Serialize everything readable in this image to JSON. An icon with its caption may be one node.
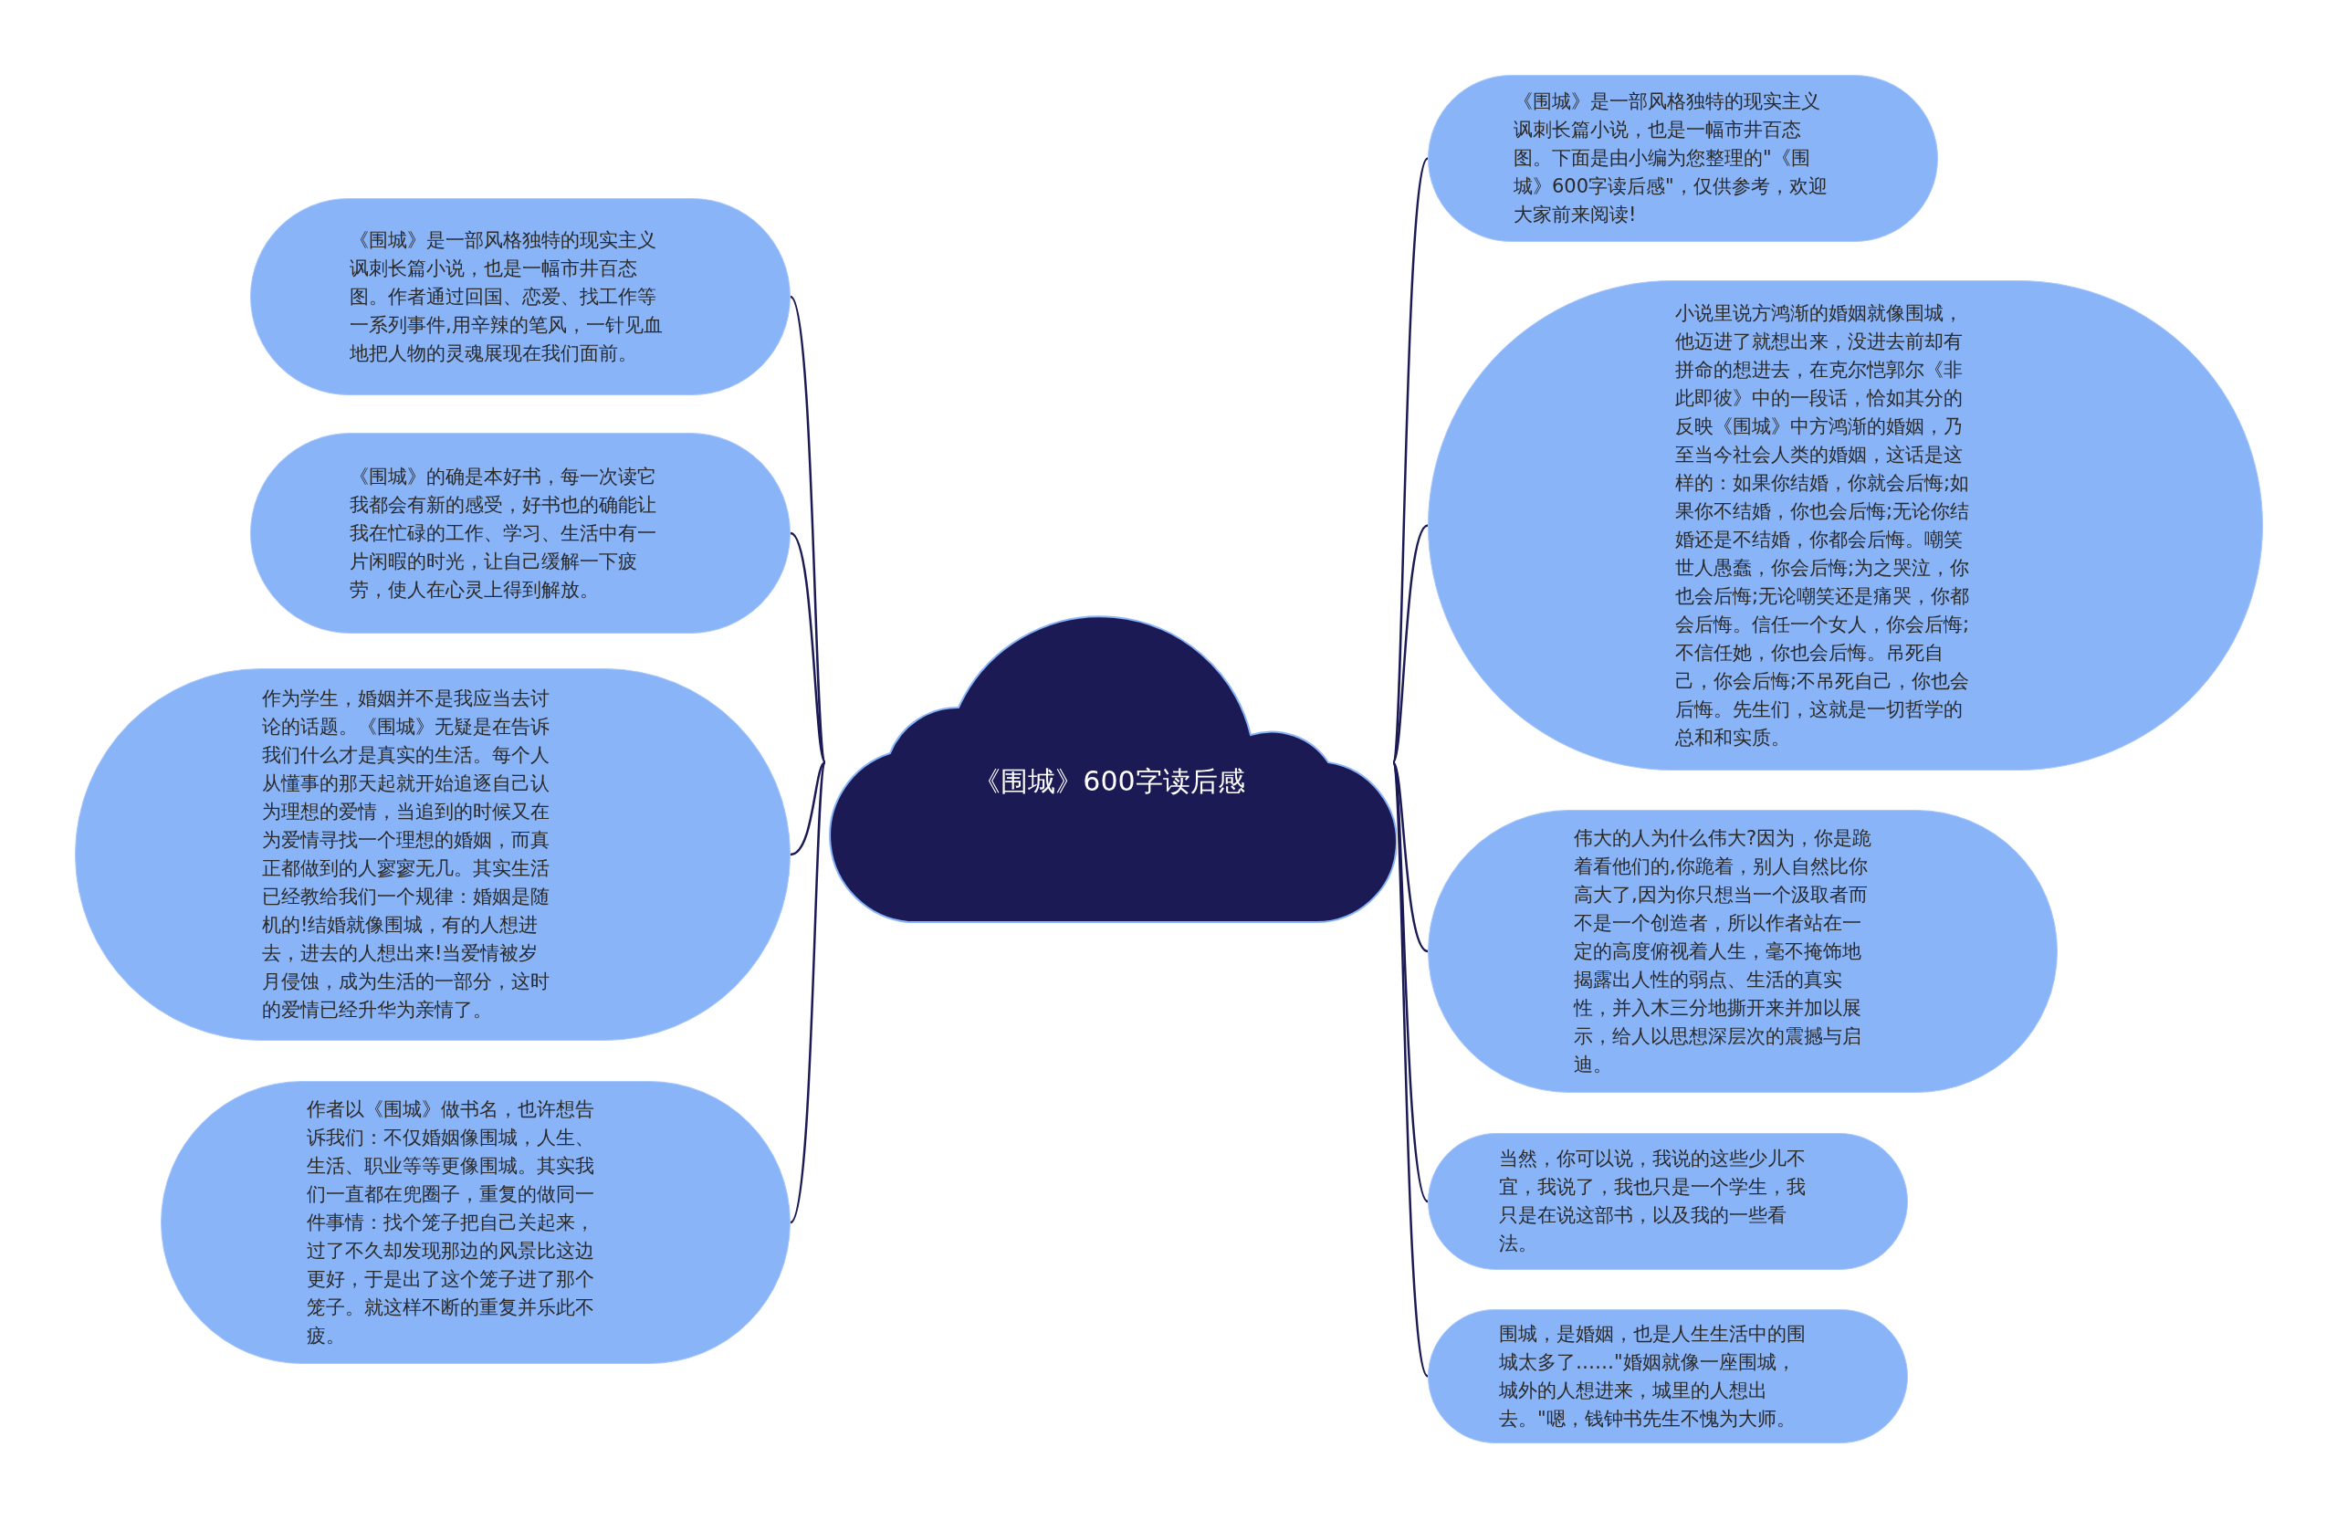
{
  "diagram": {
    "nodes": [
      {
        "text": [
          "《围城》600字读后感"
        ]
      },
      {
        "text": [
          "《围城》是一部风格独特的现实主义讽刺长篇小说，也是一幅市井百态图。作者通过回国、恋爱、找工作等一系列事件,用辛辣的笔风，一针见血地把人物的灵魂展现在我们面前。"
        ]
      },
      {
        "text": [
          "《围城》的确是本好书，每一次读它我都会有新的感受，好书也的确能让我在忙碌的工作、学习、生活中有一片闲暇的时光，让自己缓解一下疲劳，使人在心灵上得到解放。"
        ]
      },
      {
        "text": [
          "作为学生，婚姻并不是我应当去讨论的话题。《围城》无疑是在告诉我们什么才是真实的生活。每个人从懂事的那天起就开始追逐自己认为理想的爱情，当追到的时候又在为爱情寻找一个理想的婚姻，而真正都做到的人寥寥无几。其实生活已经教给我们一个规律：婚姻是随机的!结婚就像围城，有的人想进去，进去的人想出来!当爱情被岁月侵蚀，成为生活的一部分，这时的爱情已经升华为亲情了。"
        ]
      },
      {
        "text": [
          "作者以《围城》做书名，也许想告诉我们：不仅婚姻像围城，人生、生活、职业等等更像围城。其实我们一直都在兜圈子，重复的做同一件事情：找个笼子把自己关起来，过了不久却发现那边的风景比这边更好，于是出了这个笼子进了那个笼子。就这样不断的重复并乐此不疲。"
        ]
      },
      {
        "text": [
          "《围城》是一部风格独特的现实主义讽刺长篇小说，也是一幅市井百态图。下面是由小编为您整理的\"《围城》600字读后感\"，仅供参考，欢迎大家前来阅读!"
        ]
      },
      {
        "text": [
          "小说里说方鸿渐的婚姻就像围城，他迈进了就想出来，没进去前却有拼命的想进去，在克尔恺郭尔《非此即彼》中的一段话，恰如其分的反映《围城》中方鸿渐的婚姻，乃至当今社会人类的婚姻，这话是这样的：如果你结婚，你就会后悔;如果你不结婚，你也会后悔;无论你结婚还是不结婚，你都会后悔。嘲笑世人愚蠢，你会后悔;为之哭泣，你也会后悔;无论嘲笑还是痛哭，你都会后悔。信任一个女人，你会后悔;不信任她，你也会后悔。吊死自己，你会后悔;不吊死自己，你也会后悔。先生们，这就是一切哲学的总和和实质。"
        ]
      },
      {
        "text": [
          "伟大的人为什么伟大?因为，你是跪着看他们的,你跪着，别人自然比你高大了,因为你只想当一个汲取者而不是一个创造者，所以作者站在一定的高度俯视着人生，毫不掩饰地揭露出人性的弱点、生活的真实性，并入木三分地撕开来并加以展示，给人以思想深层次的震撼与启迪。"
        ]
      },
      {
        "text": [
          "当然，你可以说，我说的这些少儿不宜，我说了，我也只是一个学生，我只是在说这部书，以及我的一些看法。"
        ]
      },
      {
        "text": [
          "围城，是婚姻，也是人生生活中的围城太多了……\"婚姻就像一座围城，城外的人想进来，城里的人想出去。\"嗯，钱钟书先生不愧为大师。"
        ]
      }
    ],
    "edges": [
      {
        "from": 0,
        "to": 1,
        "arrow": "none"
      },
      {
        "from": 0,
        "to": 2,
        "arrow": "none"
      },
      {
        "from": 0,
        "to": 3,
        "arrow": "none"
      },
      {
        "from": 0,
        "to": 4,
        "arrow": "none"
      },
      {
        "from": 0,
        "to": 5,
        "arrow": "none"
      },
      {
        "from": 0,
        "to": 6,
        "arrow": "none"
      },
      {
        "from": 0,
        "to": 7,
        "arrow": "none"
      },
      {
        "from": 0,
        "to": 8,
        "arrow": "none"
      },
      {
        "from": 0,
        "to": 9,
        "arrow": "none"
      }
    ]
  }
}
